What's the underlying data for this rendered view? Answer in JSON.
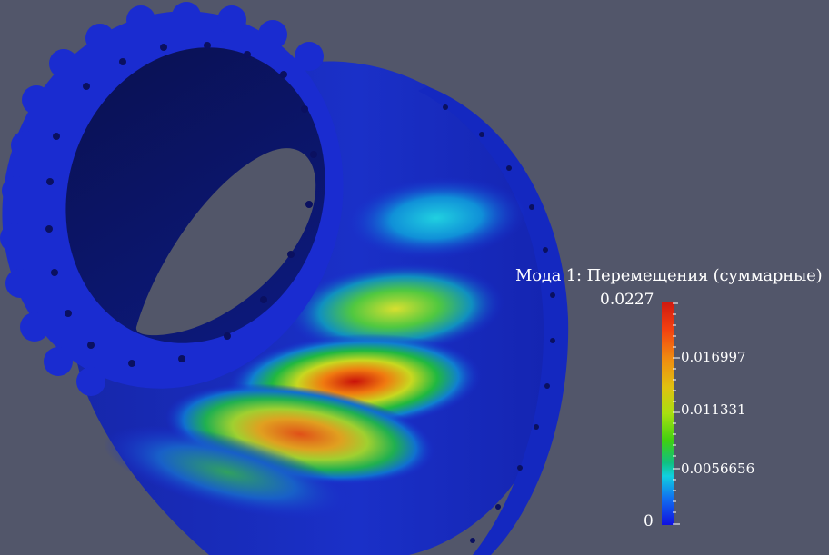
{
  "colorbar": {
    "title": "Мода 1: Перемещения (суммарные)",
    "max_label": "0.0227",
    "min_label": "0",
    "ticks": [
      "0.016997",
      "0.011331",
      "0.0056656"
    ],
    "colors": {
      "high": "#d01a10",
      "mid": "#a8e010",
      "low": "#1010e0"
    }
  },
  "background_color": "#52566a"
}
